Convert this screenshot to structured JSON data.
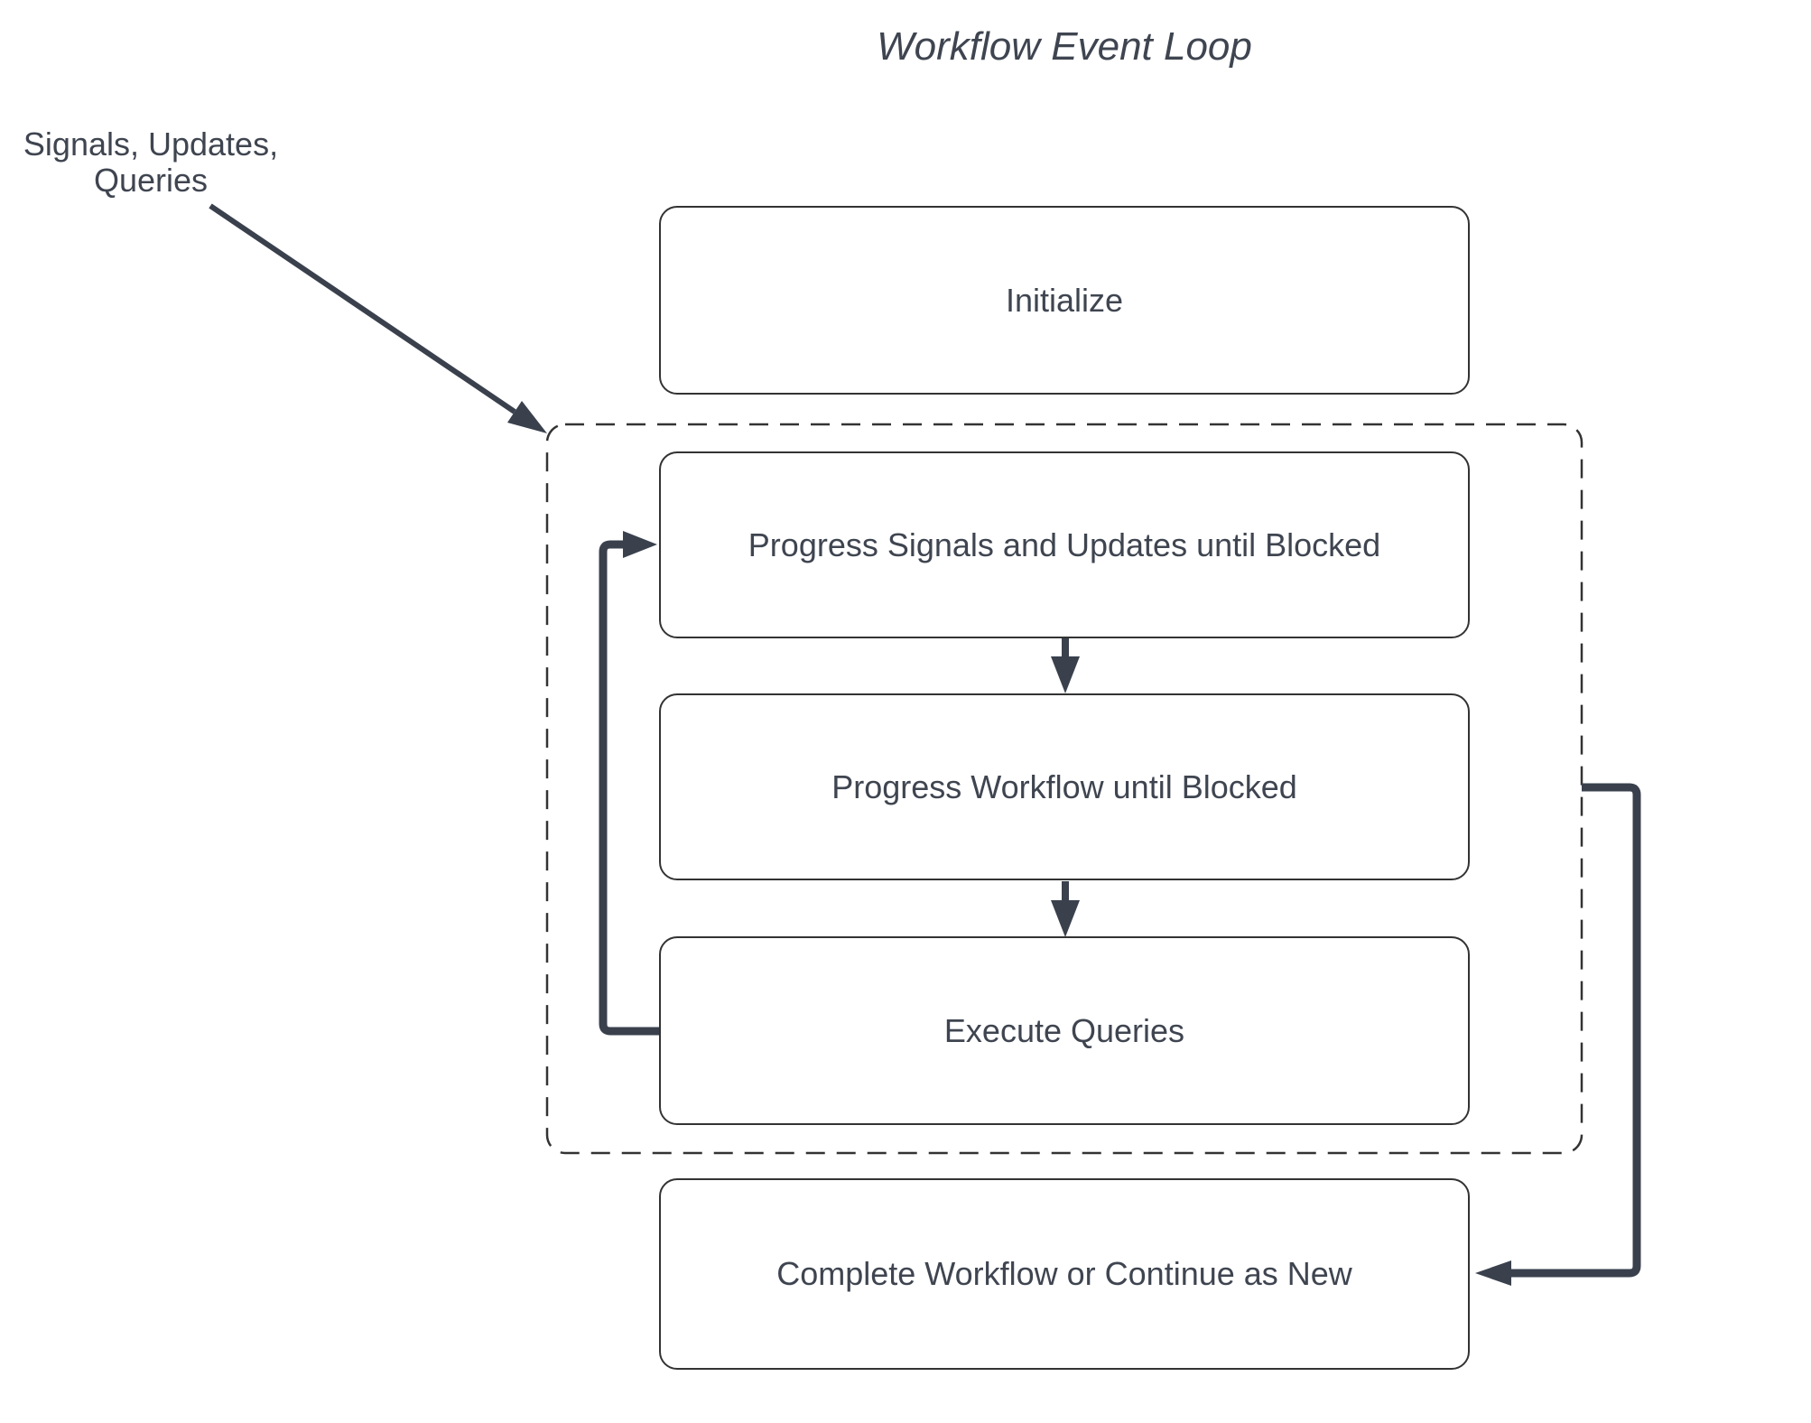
{
  "diagram": {
    "title": "Workflow Event Loop",
    "external_input_label": {
      "line1": "Signals, Updates,",
      "line2": "Queries"
    },
    "nodes": {
      "initialize": "Initialize",
      "progress_signals": "Progress Signals and Updates until Blocked",
      "progress_workflow": "Progress Workflow until Blocked",
      "execute_queries": "Execute Queries",
      "complete": "Complete Workflow or Continue as New"
    },
    "colors": {
      "arrow": "#3a414d",
      "box_border": "#333333",
      "dashed_border": "#333333",
      "text": "#3f4550",
      "background": "#ffffff"
    }
  }
}
